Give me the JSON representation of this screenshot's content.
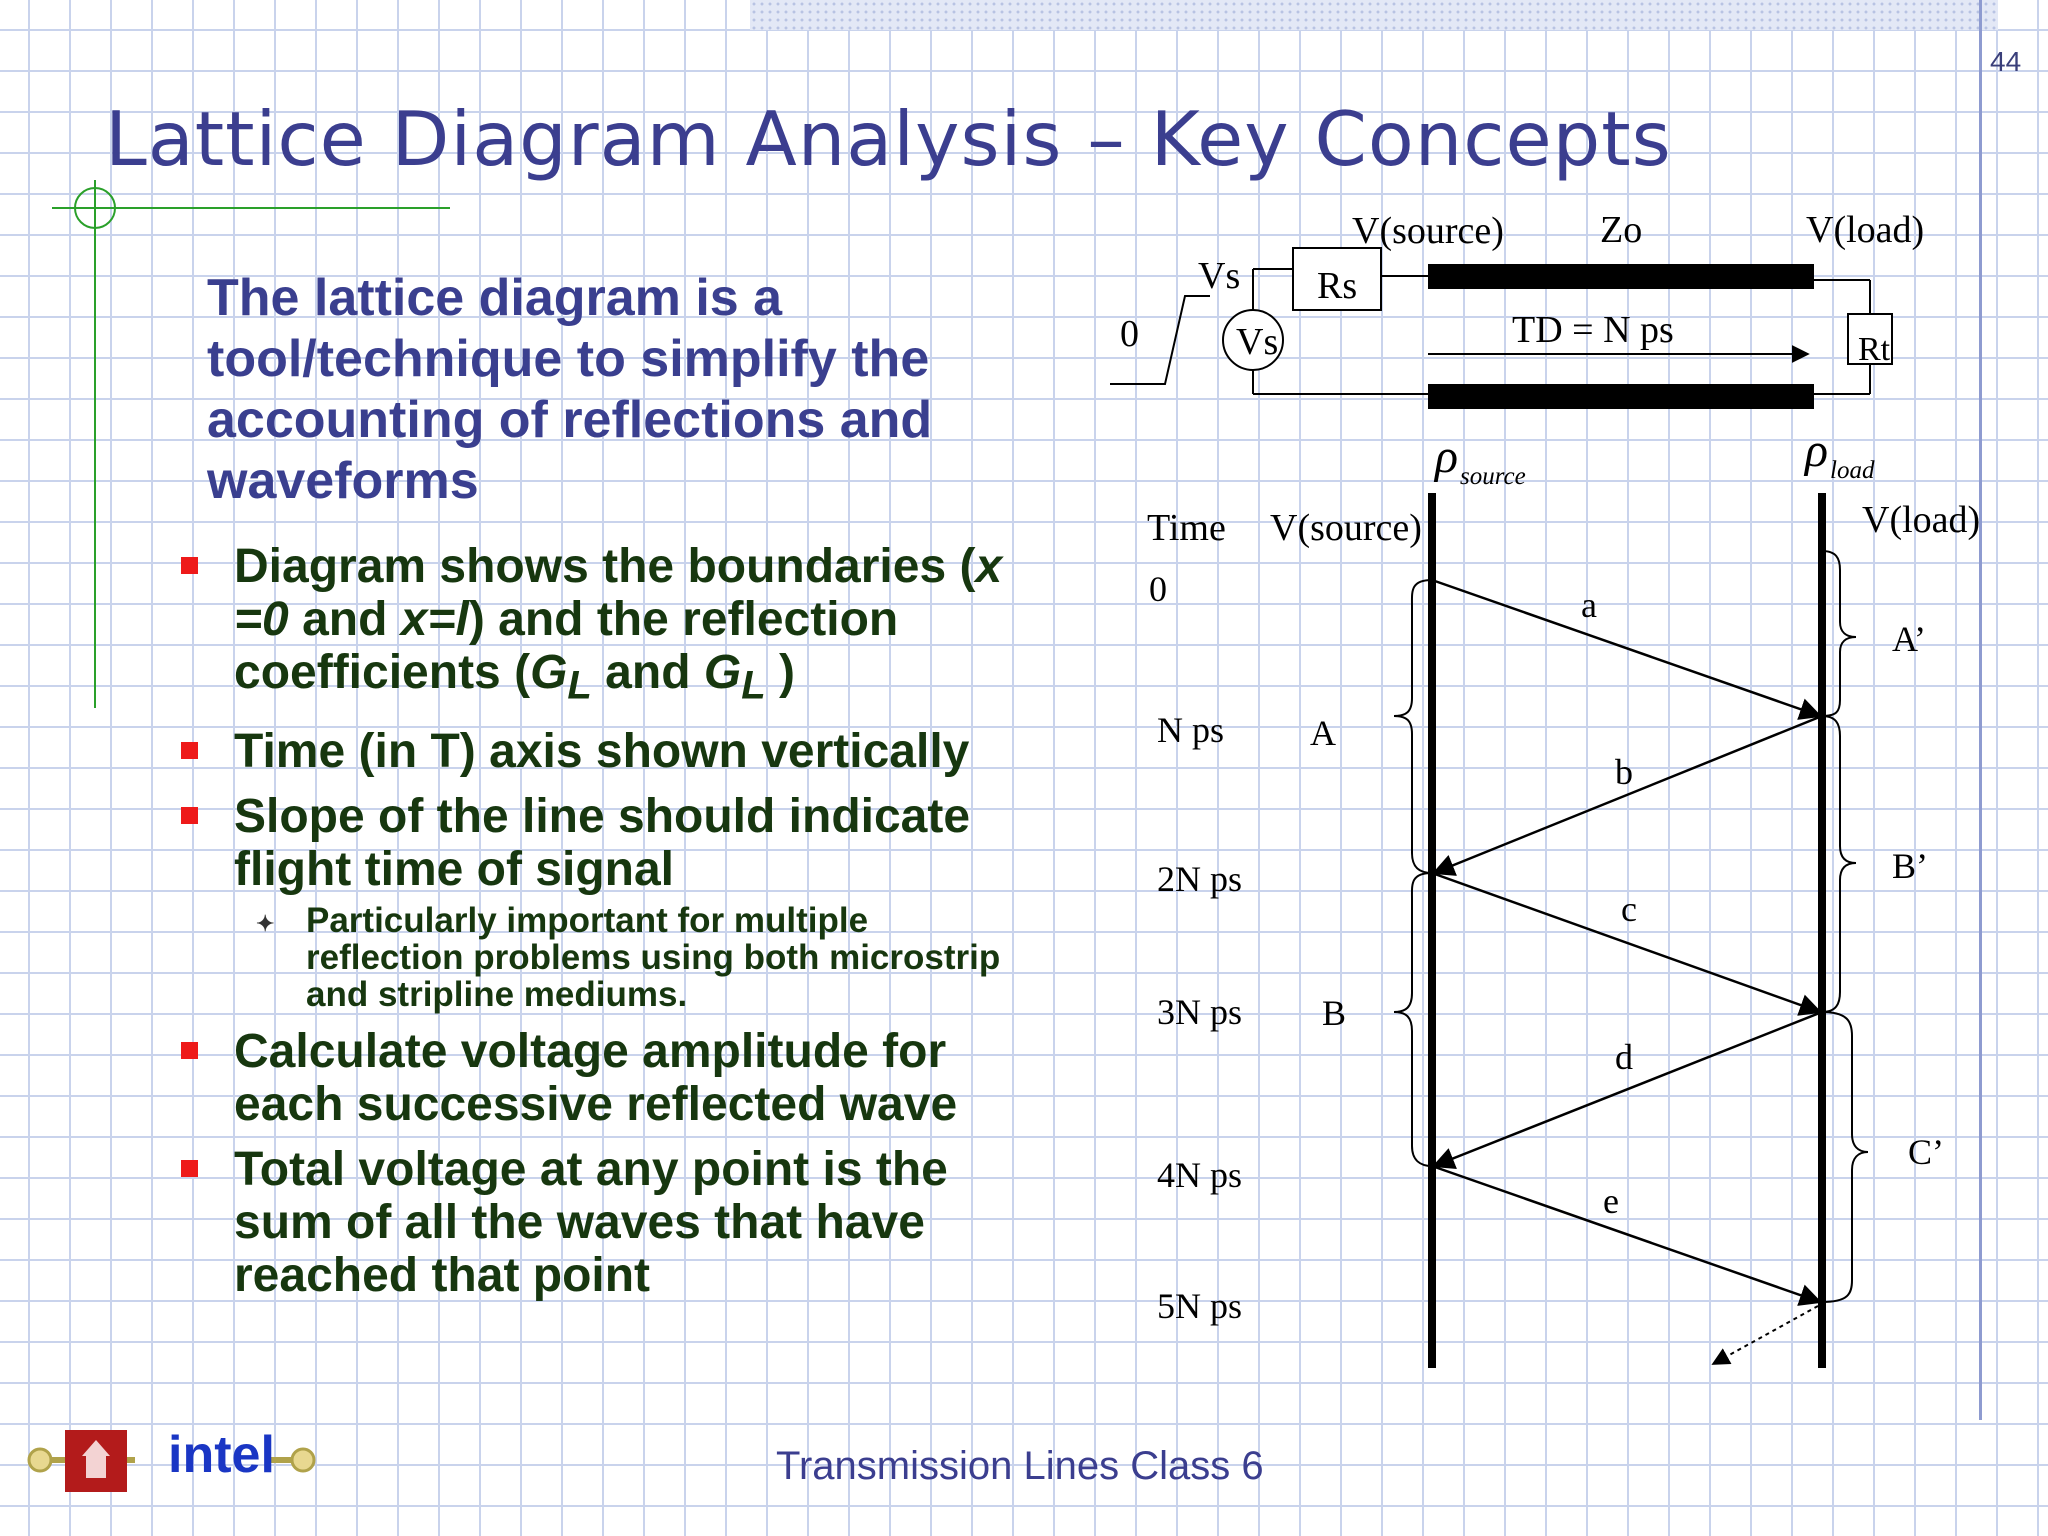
{
  "page_number": "44",
  "title": "Lattice Diagram Analysis – Key Concepts",
  "intro": "The lattice diagram is a tool/technique to simplify the accounting of reflections and waveforms",
  "bullets": {
    "b1": {
      "pre": "Diagram shows the boundaries (",
      "x0": "x =0",
      "and1": " and ",
      "xl_a": "x=",
      "xl_b": "l",
      "post": ") and the reflection coefficients (",
      "g1": "G",
      "g1_sub": "L",
      "and2": " and ",
      "g2": "G",
      "g2_sub": "L",
      "close": " )"
    },
    "b2": "Time (in T) axis shown vertically",
    "b3": "Slope of the line should indicate flight time of signal",
    "b3_sub": "Particularly important for multiple reflection problems using both microstrip and stripline mediums.",
    "b4": " Calculate voltage amplitude for each successive reflected wave",
    "b5": "Total voltage at any point is the sum of all the waves that have reached that point"
  },
  "circuit": {
    "v_source": "V(source)",
    "zo": "Zo",
    "v_load": "V(load)",
    "vs_step": "Vs",
    "zero": "0",
    "rs": "Rs",
    "vs_source": "Vs",
    "td": "TD = N ps",
    "rt": "Rt"
  },
  "lattice": {
    "rho_symbol": "ρ",
    "rho_source_sub": "source",
    "rho_load_sub": "load",
    "time_header": "Time",
    "vsource_header": "V(source)",
    "vload_header": "V(load)",
    "time_ticks": [
      "0",
      "N ps",
      "2N ps",
      "3N ps",
      "4N ps",
      "5N ps"
    ],
    "waves": [
      "a",
      "b",
      "c",
      "d",
      "e"
    ],
    "source_groups": [
      "A",
      "B"
    ],
    "load_groups": [
      "A’",
      "B’",
      "C’"
    ]
  },
  "footer": {
    "course": "Transmission Lines  Class  6",
    "logo_text": "intel"
  }
}
